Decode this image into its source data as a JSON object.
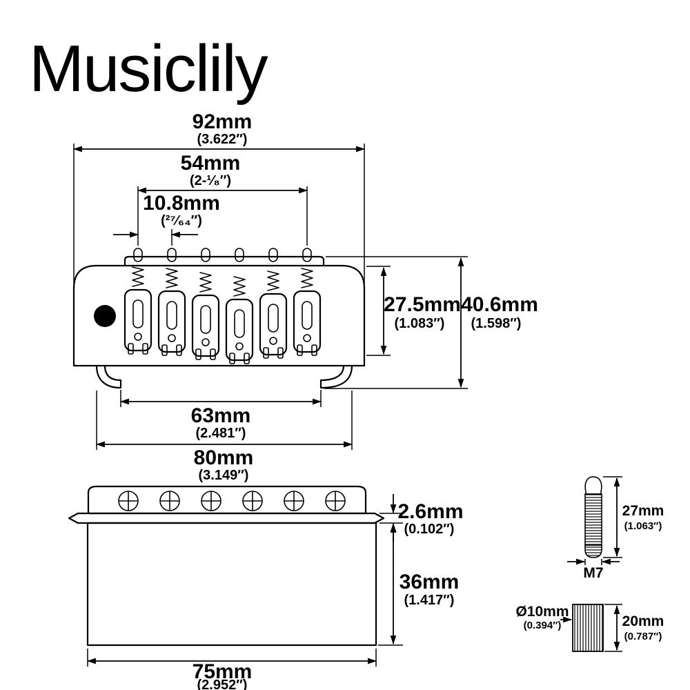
{
  "brand": "Musiclily",
  "top_view": {
    "dim_width_total": {
      "mm": "92mm",
      "inch": "(3.622″)"
    },
    "dim_string_spread": {
      "mm": "54mm",
      "inch": "(2-¹⁄₈″)"
    },
    "dim_string_spacing": {
      "mm": "10.8mm",
      "inch": "(²⁷⁄₆₄″)"
    },
    "dim_plate_height": {
      "mm": "27.5mm",
      "inch": "(1.083″)"
    },
    "dim_total_height": {
      "mm": "40.6mm",
      "inch": "(1.598″)"
    },
    "dim_mount_spread": {
      "mm": "63mm",
      "inch": "(2.481″)"
    },
    "dim_base_width": {
      "mm": "80mm",
      "inch": "(3.149″)"
    }
  },
  "side_view": {
    "dim_plate_thickness": {
      "mm": "2.6mm",
      "inch": "(0.102″)"
    },
    "dim_block_height": {
      "mm": "36mm",
      "inch": "(1.417″)"
    },
    "dim_block_width": {
      "mm": "75mm",
      "inch": "(2.952″)"
    }
  },
  "tremolo_arm": {
    "dim_length": {
      "mm": "27mm",
      "inch": "(1.063″)"
    },
    "thread": "M7"
  },
  "insert": {
    "dim_diameter": {
      "mm": "Ø10mm",
      "inch": "(0.394″)"
    },
    "dim_height": {
      "mm": "20mm",
      "inch": "(0.787″)"
    }
  }
}
